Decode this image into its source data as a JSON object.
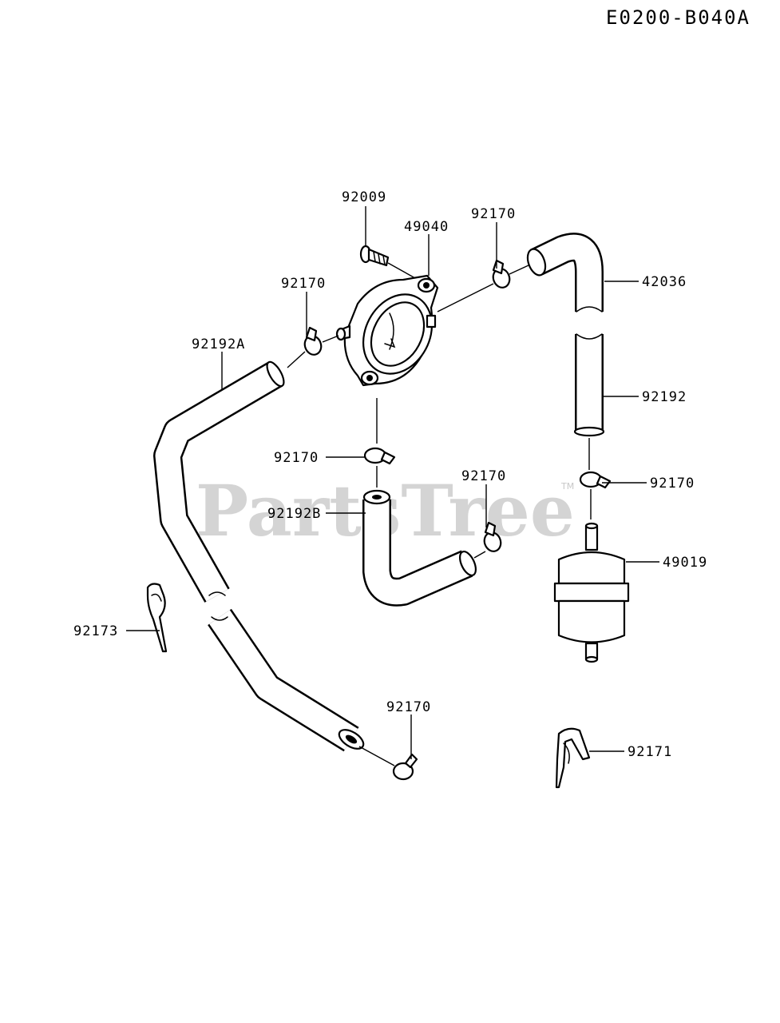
{
  "diagram_code": "E0200-B040A",
  "watermark": "PartsTree",
  "watermark_tm": "TM",
  "callouts": {
    "screw": "92009",
    "fuel_pump": "49040",
    "clamp_pump_outlet": "92170",
    "hose_upper": "42036",
    "clamp_pump_inlet": "92170",
    "hose_long": "92192A",
    "hose_mid": "92192",
    "clamp_pump_bottom": "92170",
    "clamp_filter_top": "92170",
    "hose_short": "92192B",
    "clamp_hose_b": "92170",
    "fuel_filter": "49019",
    "clip_left": "92173",
    "clamp_lower": "92170",
    "clip_right": "92171"
  }
}
